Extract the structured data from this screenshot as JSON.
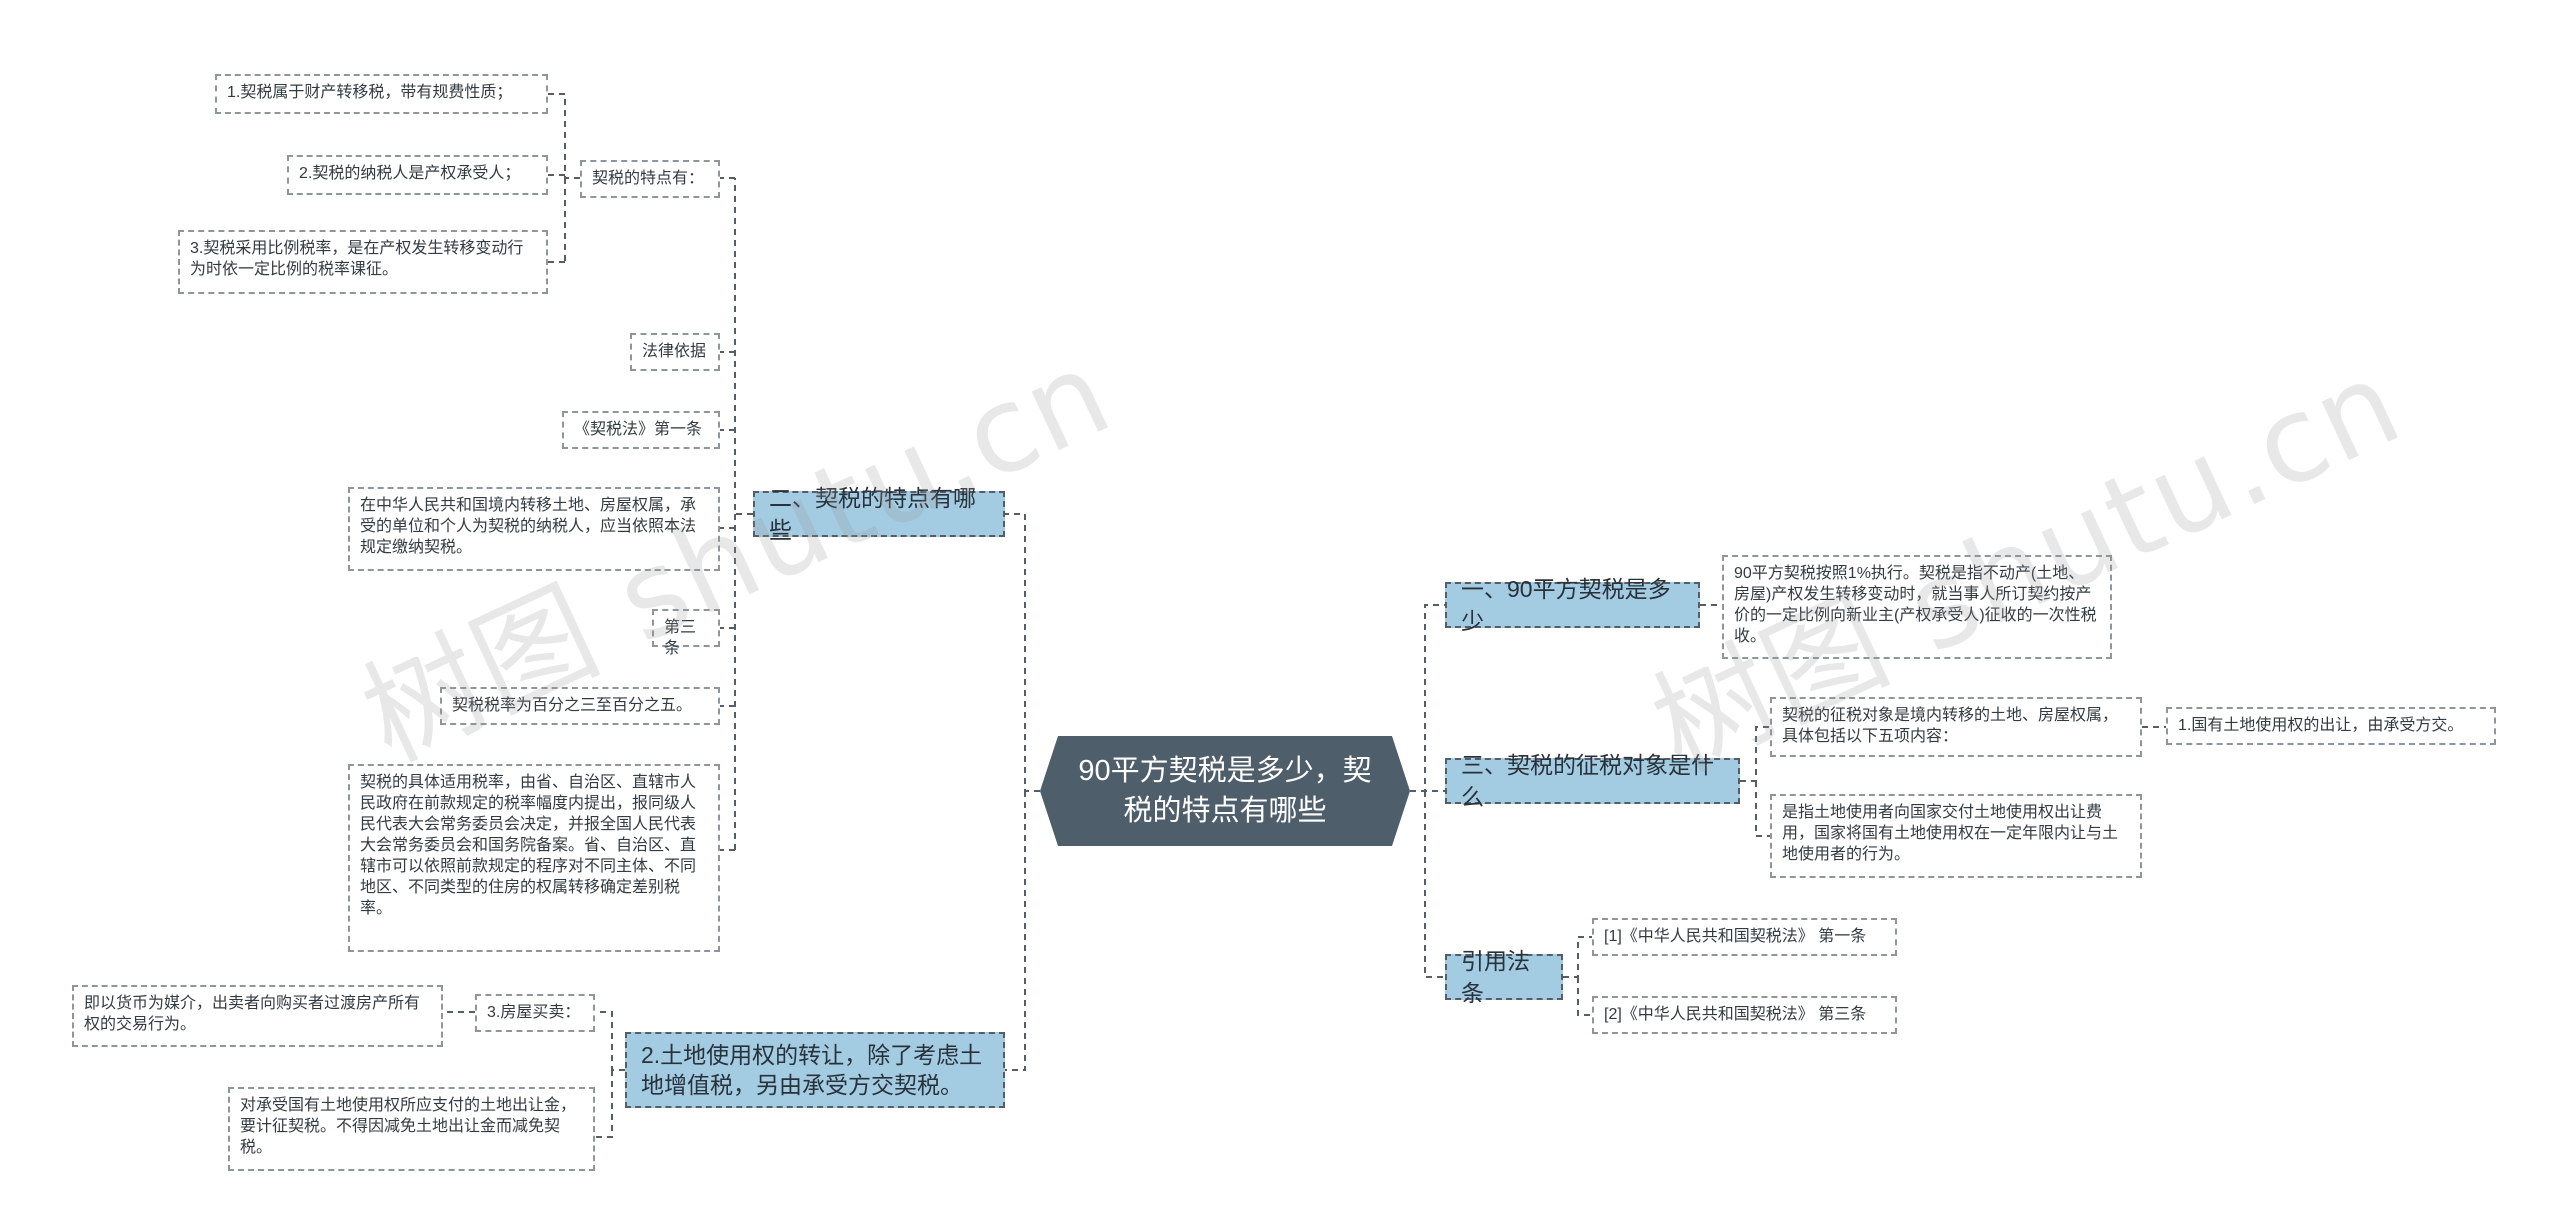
{
  "root": {
    "label": "90平方契税是多少，契税的特点有哪些"
  },
  "watermark": {
    "text": "树图 shutu.cn"
  },
  "branches": {
    "b1": {
      "label": "一、90平方契税是多少",
      "content": "90平方契税按照1%执行。契税是指不动产(土地、房屋)产权发生转移变动时，就当事人所订契约按产价的一定比例向新业主(产权承受人)征收的一次性税收。"
    },
    "b3": {
      "label": "三、契税的征税对象是什么",
      "intro": "契税的征税对象是境内转移的土地、房屋权属，具体包括以下五项内容：",
      "item1": "1.国有土地使用权的出让，由承受方交。",
      "desc": "是指土地使用者向国家交付土地使用权出让费用，国家将国有土地使用权在一定年限内让与土地使用者的行为。"
    },
    "ref": {
      "label": "引用法条",
      "items": [
        "[1]《中华人民共和国契税法》 第一条",
        "[2]《中华人民共和国契税法》 第三条"
      ]
    },
    "b2": {
      "label": "二、契税的特点有哪些",
      "traits_title": "契税的特点有：",
      "traits": [
        "1.契税属于财产转移税，带有规费性质；",
        "2.契税的纳税人是产权承受人；",
        "3.契税采用比例税率，是在产权发生转移变动行为时依一定比例的税率课征。"
      ],
      "legal_basis": "法律依据",
      "art1_title": "《契税法》第一条",
      "art1_text": "在中华人民共和国境内转移土地、房屋权属，承受的单位和个人为契税的纳税人，应当依照本法规定缴纳契税。",
      "art3_title": "第三条",
      "rate": "契税税率为百分之三至百分之五。",
      "rate_detail": "契税的具体适用税率，由省、自治区、直辖市人民政府在前款规定的税率幅度内提出，报同级人民代表大会常务委员会决定，并报全国人民代表大会常务委员会和国务院备案。省、自治区、直辖市可以依照前款规定的程序对不同主体、不同地区、不同类型的住房的权属转移确定差别税率。"
    },
    "b4": {
      "label": "2.土地使用权的转让，除了考虑土地增值税，另由承受方交契税。",
      "house_title": "3.房屋买卖：",
      "house_text": "即以货币为媒介，出卖者向购买者过渡房产所有权的交易行为。",
      "fee_text": "对承受国有土地使用权所应支付的土地出让金，要计征契税。不得因减免土地出让金而减免契税。"
    }
  },
  "colors": {
    "root_bg": "#4f5e6b",
    "branch_bg": "#a3cbe2",
    "line": "#555d66"
  }
}
